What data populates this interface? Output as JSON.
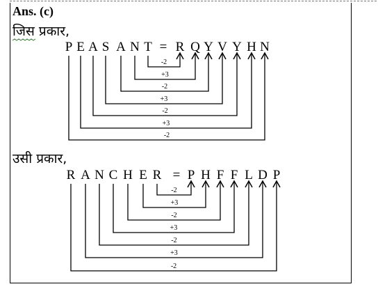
{
  "answer_label": "Ans. (c)",
  "example1": {
    "intro": "जिस प्रकार,",
    "source": "PEASANT",
    "equals": "=",
    "target": "RQYVYHN",
    "shifts": [
      "-2",
      "+3",
      "-2",
      "+3",
      "-2",
      "+3",
      "-2"
    ]
  },
  "example2": {
    "intro": "उसी प्रकार,",
    "source": "RANCHER",
    "equals": "=",
    "target": "PHFFLDP",
    "shifts": [
      "-2",
      "+3",
      "-2",
      "+3",
      "-2",
      "+3",
      "-2"
    ]
  }
}
